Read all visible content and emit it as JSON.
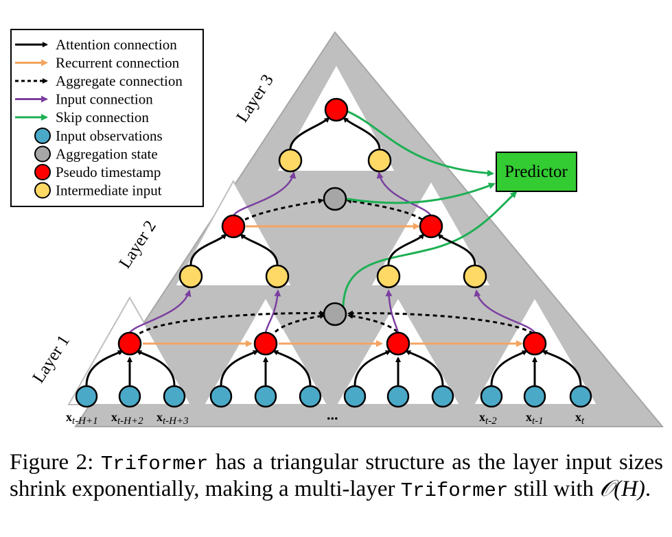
{
  "legend": {
    "lines": [
      {
        "label": "Attention connection",
        "color": "#000000",
        "dashed": false
      },
      {
        "label": "Recurrent connection",
        "color": "#F4A460",
        "dashed": false
      },
      {
        "label": "Aggregate connection",
        "color": "#000000",
        "dashed": true
      },
      {
        "label": "Input connection",
        "color": "#7B3FA0",
        "dashed": false
      },
      {
        "label": "Skip connection",
        "color": "#1DB054",
        "dashed": false
      }
    ],
    "nodes": [
      {
        "label": "Input observations",
        "color": "#4BA9C8"
      },
      {
        "label": "Aggregation state",
        "color": "#A6A6A6"
      },
      {
        "label": "Pseudo timestamp",
        "color": "#FF0000"
      },
      {
        "label": "Intermediate input",
        "color": "#FFD966"
      }
    ]
  },
  "layers": [
    "Layer 1",
    "Layer 2",
    "Layer 3"
  ],
  "predictor_label": "Predictor",
  "input_labels": {
    "first": {
      "bold": "x",
      "sub": "t-H+1"
    },
    "second": {
      "bold": "x",
      "sub": "t-H+2"
    },
    "third": {
      "bold": "x",
      "sub": "t-H+3"
    },
    "ellipsis": "...",
    "third_last": {
      "bold": "x",
      "sub": "t-2"
    },
    "second_last": {
      "bold": "x",
      "sub": "t-1"
    },
    "last": {
      "bold": "x",
      "sub": "t"
    }
  },
  "caption": {
    "prefix": "Figure 2: ",
    "model": "Triformer",
    "part1": " has a triangular structure as the layer input sizes shrink exponentially, making a multi-layer ",
    "model2": "Triformer",
    "part2": " still with ",
    "complexity": "𝒪(H)",
    "end": "."
  }
}
